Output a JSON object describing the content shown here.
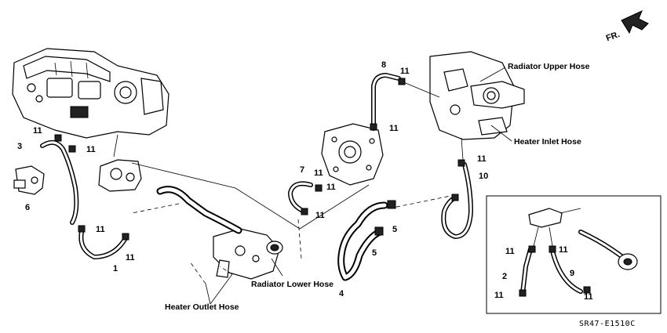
{
  "labels": {
    "radiator_upper_hose": "Radiator Upper Hose",
    "heater_inlet_hose": "Heater Inlet Hose",
    "radiator_lower_hose": "Radiator Lower Hose",
    "heater_outlet_hose": "Heater Outlet Hose",
    "front_indicator": "FR.",
    "diagram_code": "SR47-E1510C"
  },
  "callouts": {
    "n1": "1",
    "n2": "2",
    "n3": "3",
    "n4": "4",
    "n5a": "5",
    "n5b": "5",
    "n6": "6",
    "n7": "7",
    "n8": "8",
    "n9": "9",
    "n10": "10",
    "c11_a": "11",
    "c11_b": "11",
    "c11_c": "11",
    "c11_d": "11",
    "c11_e": "11",
    "c11_f": "11",
    "c11_g": "11",
    "c11_h": "11",
    "c11_i": "11",
    "c11_j": "11",
    "c11_k": "11",
    "c11_l": "11",
    "c11_m": "11",
    "c11_n": "11"
  }
}
